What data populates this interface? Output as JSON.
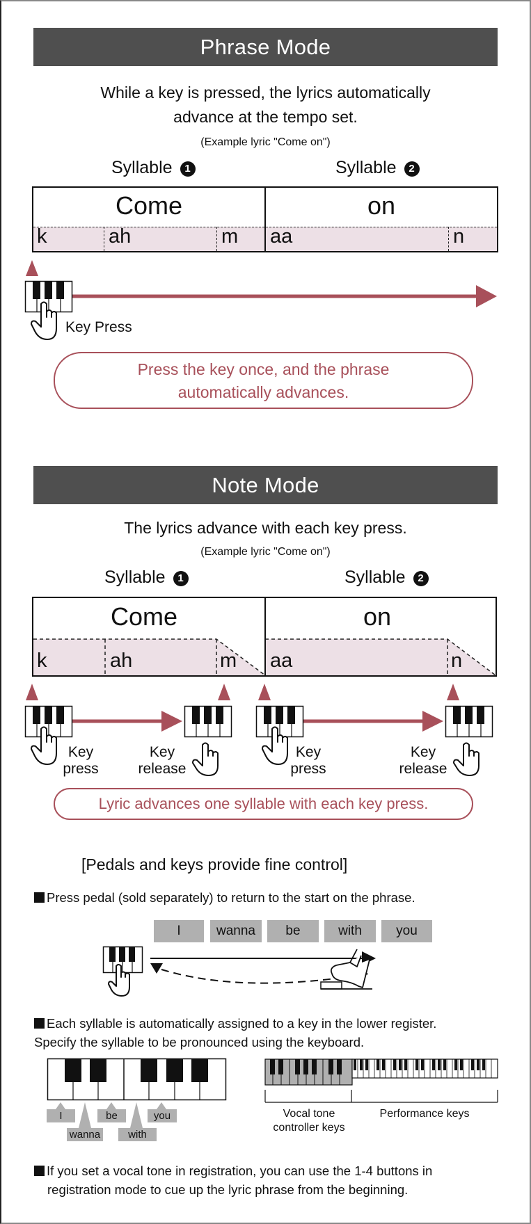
{
  "phrase_mode": {
    "title": "Phrase Mode",
    "description_line1": "While a key is pressed, the lyrics automatically",
    "description_line2": "advance at the tempo set.",
    "example": "(Example lyric \"Come on\")",
    "syllable1_label": "Syllable",
    "syllable1_num": "1",
    "syllable2_label": "Syllable",
    "syllable2_num": "2",
    "word1": "Come",
    "word2": "on",
    "phonemes1": [
      "k",
      "ah",
      "m"
    ],
    "phonemes2": [
      "aa",
      "n"
    ],
    "key_press_label": "Key Press",
    "callout_line1": "Press the key once, and the phrase",
    "callout_line2": "automatically advances."
  },
  "note_mode": {
    "title": "Note Mode",
    "description": "The lyrics advance with each key press.",
    "example": "(Example lyric \"Come on\")",
    "syllable1_label": "Syllable",
    "syllable1_num": "1",
    "syllable2_label": "Syllable",
    "syllable2_num": "2",
    "word1": "Come",
    "word2": "on",
    "phonemes1": [
      "k",
      "ah",
      "m"
    ],
    "phonemes2": [
      "aa",
      "n"
    ],
    "key_press_line1": "Key",
    "key_press_line2": "press",
    "key_release_line1": "Key",
    "key_release_line2": "release",
    "callout": "Lyric advances one syllable with each key press."
  },
  "fine_control": {
    "heading": "[Pedals and keys provide fine control]",
    "bullet1": "Press pedal (sold separately) to return to the start on the phrase.",
    "lyric_words": [
      "I",
      "wanna",
      "be",
      "with",
      "you"
    ],
    "bullet2_line1": "Each syllable is automatically assigned to a key in the lower register.",
    "bullet2_line2": "Specify the syllable to be pronounced using the keyboard.",
    "key_tags": [
      "I",
      "wanna",
      "be",
      "with",
      "you"
    ],
    "vocal_keys_line1": "Vocal tone",
    "vocal_keys_line2": "controller keys",
    "performance_keys": "Performance keys",
    "bullet3_line1": "If you set a vocal tone in registration, you can use the 1-4 buttons in",
    "bullet3_line2": "registration mode to cue up the lyric phrase from the beginning."
  },
  "colors": {
    "banner": "#4f4f4f",
    "accent_red": "#a8505a",
    "phoneme_fill": "#ede0e6",
    "lyric_box": "#b0b0b0"
  }
}
